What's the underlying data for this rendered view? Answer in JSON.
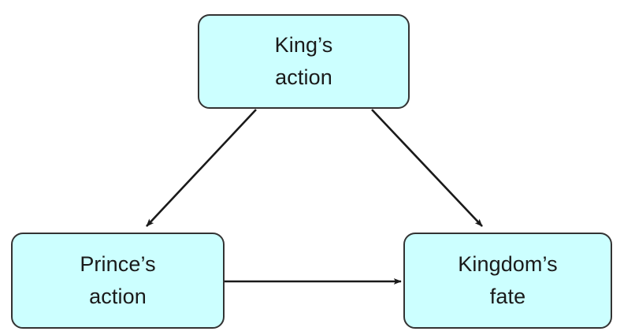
{
  "diagram": {
    "type": "flowchart",
    "background_color": "#ffffff",
    "node_fill_color": "#ccffff",
    "node_border_color": "#333333",
    "edge_color": "#1a1a1a",
    "nodes": [
      {
        "id": "kings-action",
        "label": "King’s\naction",
        "line1": "King’s",
        "line2": "action"
      },
      {
        "id": "princes-action",
        "label": "Prince’s\naction",
        "line1": "Prince’s",
        "line2": "action"
      },
      {
        "id": "kingdoms-fate",
        "label": "Kingdom’s\nfate",
        "line1": "Kingdom’s",
        "line2": "fate"
      }
    ],
    "edges": [
      {
        "id": "kings-action-to-princes-action",
        "from": "kings-action",
        "to": "princes-action",
        "label": ""
      },
      {
        "id": "kings-action-to-kingdoms-fate",
        "from": "kings-action",
        "to": "kingdoms-fate",
        "label": ""
      },
      {
        "id": "princes-action-to-kingdoms-fate",
        "from": "princes-action",
        "to": "kingdoms-fate",
        "label": ""
      }
    ]
  }
}
